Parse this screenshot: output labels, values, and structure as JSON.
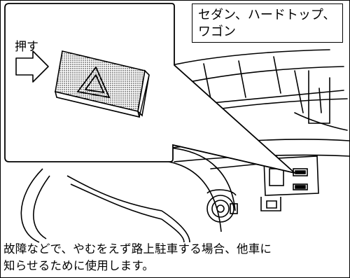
{
  "model_label": {
    "line1": "セダン、ハードトップ、",
    "line2": "ワゴン"
  },
  "push_label": "押す",
  "caption": {
    "line1": "故障などで、やむをえず路上駐車する場合、他車に",
    "line2": "知らせるために使用します。"
  },
  "colors": {
    "ink": "#000000",
    "paper": "#ffffff",
    "button_fill": "#d9d9d9"
  },
  "icons": [
    "hazard-triangle-icon",
    "press-arrow-icon"
  ]
}
